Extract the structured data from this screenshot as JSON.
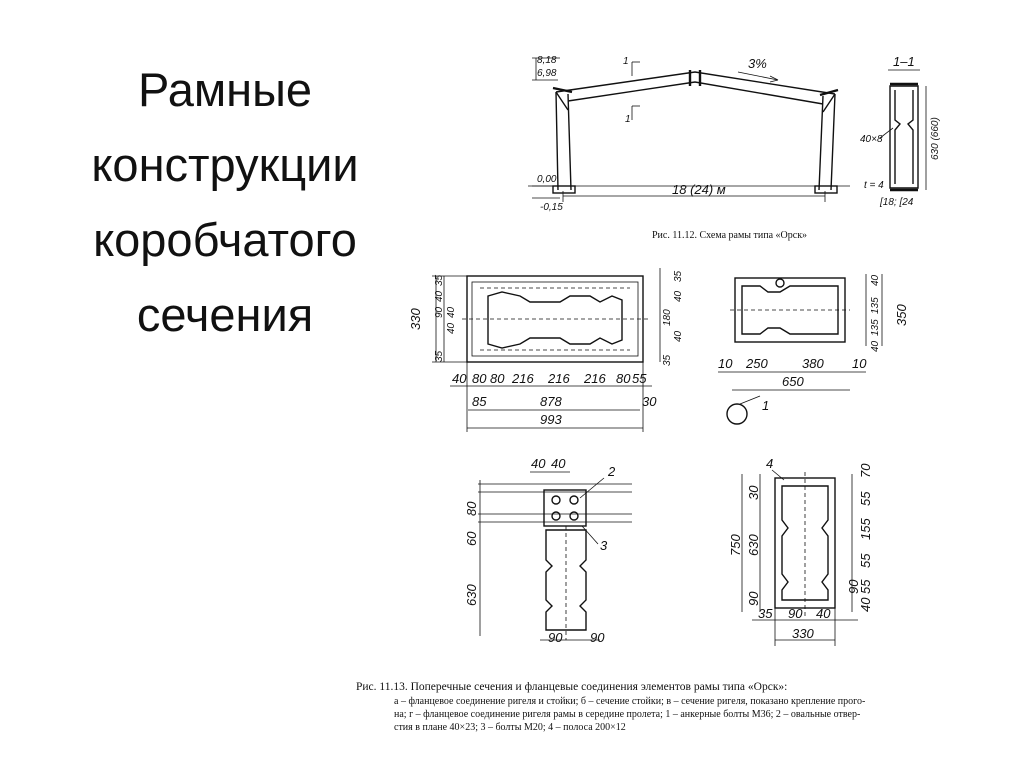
{
  "slide": {
    "title_lines": [
      "Рамные",
      "конструкции",
      "коробчатого",
      "сечения"
    ]
  },
  "fig_11_12": {
    "caption": "Рис. 11.12. Схема рамы типа «Орск»",
    "span_label": "18 (24) м",
    "slope_label": "3%",
    "elev_top_1": "8,18",
    "elev_top_2": "6,98",
    "elev_zero": "0,00",
    "elev_bottom": "-0,15",
    "section_mark": "1",
    "section_title": "1–1",
    "dim_630": "630 (660)",
    "dim_40x8": "40×8",
    "dim_t4": "t = 4",
    "channels": "[18; [24"
  },
  "fig_11_13": {
    "a": {
      "left_dims": [
        "35",
        "40",
        "90",
        "40",
        "40",
        "35"
      ],
      "left_total": "330",
      "right_dims": [
        "35",
        "40",
        "180",
        "40",
        "35"
      ],
      "bottom_dims": [
        "40",
        "80",
        "80",
        "216",
        "216",
        "216",
        "80",
        "55"
      ],
      "dim_85": "85",
      "dim_878": "878",
      "dim_30": "30",
      "dim_993": "993"
    },
    "b": {
      "right_dims": [
        "40",
        "135",
        "135",
        "40"
      ],
      "right_total": "350",
      "bottom_dims": [
        "10",
        "250",
        "380",
        "10"
      ],
      "dim_650": "650",
      "callout": "1"
    },
    "c": {
      "top_dims": [
        "40",
        "40"
      ],
      "callout_2": "2",
      "callout_3": "3",
      "left_dims": [
        "60",
        "80"
      ],
      "dim_630": "630",
      "dim_90_left": "90",
      "dim_90_right": "90"
    },
    "d": {
      "callout_4": "4",
      "dims_left": [
        "30",
        "630",
        "750",
        "90"
      ],
      "dims_right": [
        "70",
        "55",
        "155",
        "55",
        "55",
        "40",
        "90"
      ],
      "dims_bottom": [
        "35",
        "90",
        "40"
      ],
      "dim_330": "330"
    },
    "caption_title": "Рис. 11.13. Поперечные сечения и фланцевые соединения элементов рамы типа «Орск»:",
    "caption_lines": [
      "а – фланцевое соединение ригеля и стойки; б – сечение стойки; в – сечение ригеля, показано крепление прого-",
      "на; г – фланцевое соединение ригеля рамы в середине пролета; 1 – анкерные болты М36; 2 – овальные отвер-",
      "стия в плане 40×23; 3 – болты М20; 4 – полоса 200×12"
    ]
  },
  "colors": {
    "background": "#ffffff",
    "ink": "#111111"
  }
}
